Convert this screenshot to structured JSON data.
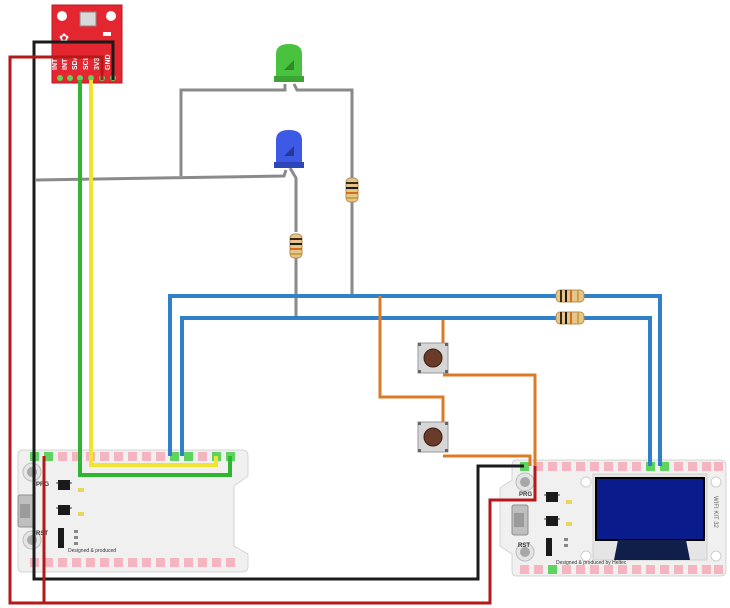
{
  "sensor_module": {
    "pin_labels": [
      "INT",
      "INT",
      "SDA",
      "SCL",
      "3V3",
      "GND"
    ]
  },
  "board_left": {
    "button_top_label": "PRG",
    "button_bottom_label": "RST",
    "credit": "Designed & produced"
  },
  "board_right": {
    "button_top_label": "PRG",
    "button_bottom_label": "RST",
    "credit": "Designed & produced by Heltec",
    "oled_text": "WIFI KIT 32"
  },
  "colors": {
    "black_wire": "#1b1b1b",
    "red_wire": "#b41818",
    "green_wire": "#2fb52f",
    "yellow_wire": "#f0e430",
    "grey_wire": "#8a8a8a",
    "blue_wire": "#2f7fc9",
    "orange_wire": "#dd7a25",
    "sensor_board": "#e3262f",
    "led_green": "#49c33f",
    "led_blue": "#3c5ae6",
    "oled_screen": "#0a1c8c"
  }
}
